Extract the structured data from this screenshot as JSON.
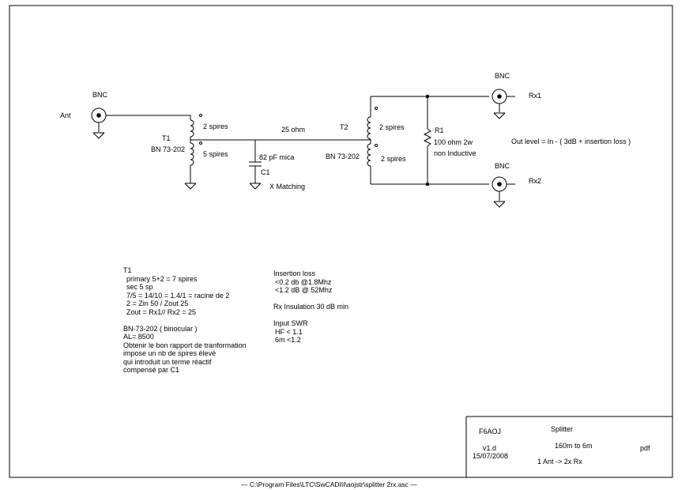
{
  "labels": {
    "bnc_ant": "BNC",
    "ant": "Ant",
    "t1": "T1",
    "t1_core": "BN 73-202",
    "t1_primary": "2 spires",
    "t1_secondary": "5 spires",
    "line_impedance": "25 ohm",
    "c1_value": "82 pF mica",
    "c1": "C1",
    "c1_note": "X Matching",
    "t2": "T2",
    "t2_core": "BN 73-202",
    "t2_top": "2 spires",
    "t2_bottom": "2 spires",
    "r1": "R1",
    "r1_value": "100 ohm 2w",
    "r1_note": "non Inductive",
    "bnc_rx1": "BNC",
    "rx1": "Rx1",
    "bnc_rx2": "BNC",
    "rx2": "Rx2",
    "out_level": "Out level = In - ( 3dB + insertion loss )"
  },
  "notes_left": [
    "T1",
    "primary 5+2 = 7 spires",
    "sec  5 sp",
    "7/5  =  14/10 = 1.4/1 = racine de  2",
    "2 = Zin 50 / Zout 25",
    "Zout = Rx1// Rx2 = 25",
    "",
    "BN-73-202 ( binocular )",
    "AL= 8500",
    "Obtenir le bon rapport de tranformation",
    "impose un nb de spires élevé",
    "qui introduit un terme réactif",
    "compensé par C1"
  ],
  "notes_mid": [
    "Insertion loss",
    " <0.2 db @1.8Mhz",
    " <1.2 dB @ 52Mhz",
    "",
    "Rx Insulation 30 dB min",
    "",
    "Input SWR",
    " HF < 1.1",
    " 6m <1.2"
  ],
  "title_block": {
    "author": "F6AOJ",
    "version": "v1.d",
    "date": "15/07/2008",
    "title": "Splitter",
    "range": "160m to 6m",
    "desc": "1 Ant  -> 2x Rx",
    "format": "pdf"
  },
  "footer": "—  C:\\Program Files\\LTC\\SwCADIII\\aojstr\\splitter 2rx.asc  —"
}
